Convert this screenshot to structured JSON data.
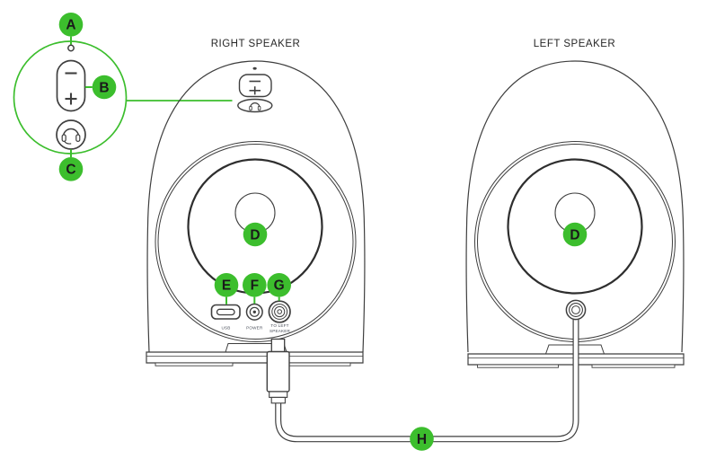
{
  "colors": {
    "accent": "#3cbe2d",
    "line": "#3f3f3f"
  },
  "headers": {
    "right": "RIGHT SPEAKER",
    "left": "LEFT SPEAKER"
  },
  "callouts": {
    "a": "A",
    "b": "B",
    "c": "C",
    "d": "D",
    "e": "E",
    "f": "F",
    "g": "G",
    "h": "H"
  },
  "ports": {
    "usb_label": "USB",
    "power_label": "POWER",
    "to_left_line1": "TO LEFT",
    "to_left_line2": "SPEAKER"
  },
  "icons": {
    "volume_down": "−",
    "volume_up": "+",
    "headset": "headset-glyph",
    "status_led": "•"
  }
}
